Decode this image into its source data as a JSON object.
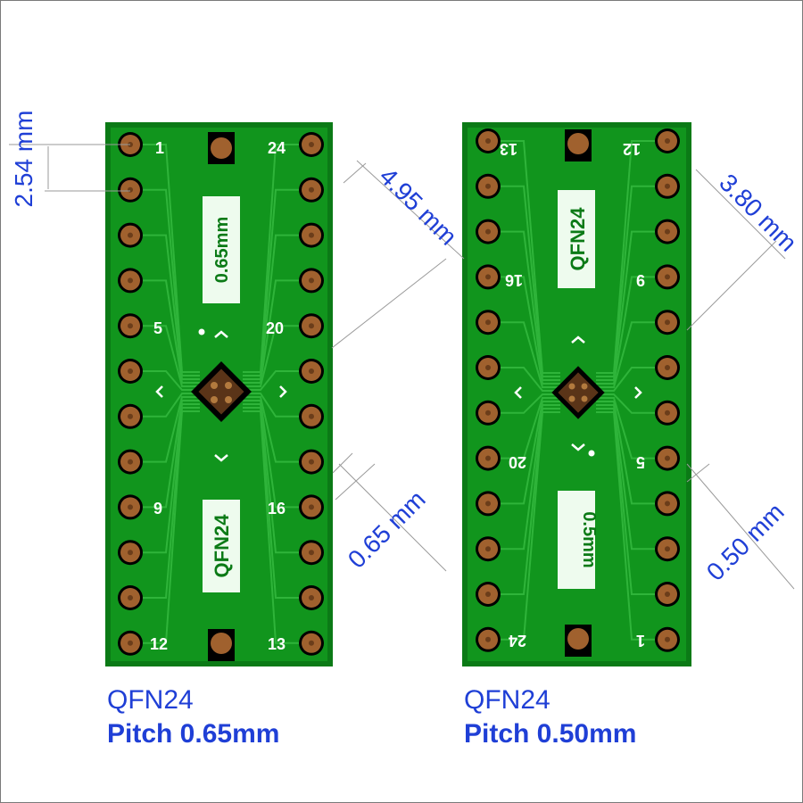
{
  "colors": {
    "board": "#0e8f1a",
    "board_edge": "#055c0c",
    "trace": "#2fb43a",
    "pad": "#a0612e",
    "pad_ring": "#000000",
    "silk": "#ffffff",
    "chip": "#4a2b14",
    "dimension": "#1f3fd6",
    "line": "#9a9a9a"
  },
  "dimensions": {
    "row_pitch": "2.54 mm",
    "left_diag": "4.95 mm",
    "left_pitch": "0.65 mm",
    "right_diag": "3.80 mm",
    "right_pitch": "0.50 mm"
  },
  "left_board": {
    "pin_tl": "1",
    "pin_tr": "24",
    "pin_ml": "5",
    "pin_mr": "20",
    "pin_ll": "9",
    "pin_lr": "16",
    "pin_bl": "12",
    "pin_br": "13",
    "label_top": "0.65mm",
    "label_bottom": "QFN24",
    "caption_name": "QFN24",
    "caption_pitch": "Pitch 0.65mm"
  },
  "right_board": {
    "pin_tl": "13",
    "pin_tr": "12",
    "pin_ml": "16",
    "pin_mr": "9",
    "pin_ll": "20",
    "pin_lr": "5",
    "pin_bl": "24",
    "pin_br": "1",
    "label_top": "QFN24",
    "label_bottom": "0.5mm",
    "caption_name": "QFN24",
    "caption_pitch": "Pitch 0.50mm"
  }
}
